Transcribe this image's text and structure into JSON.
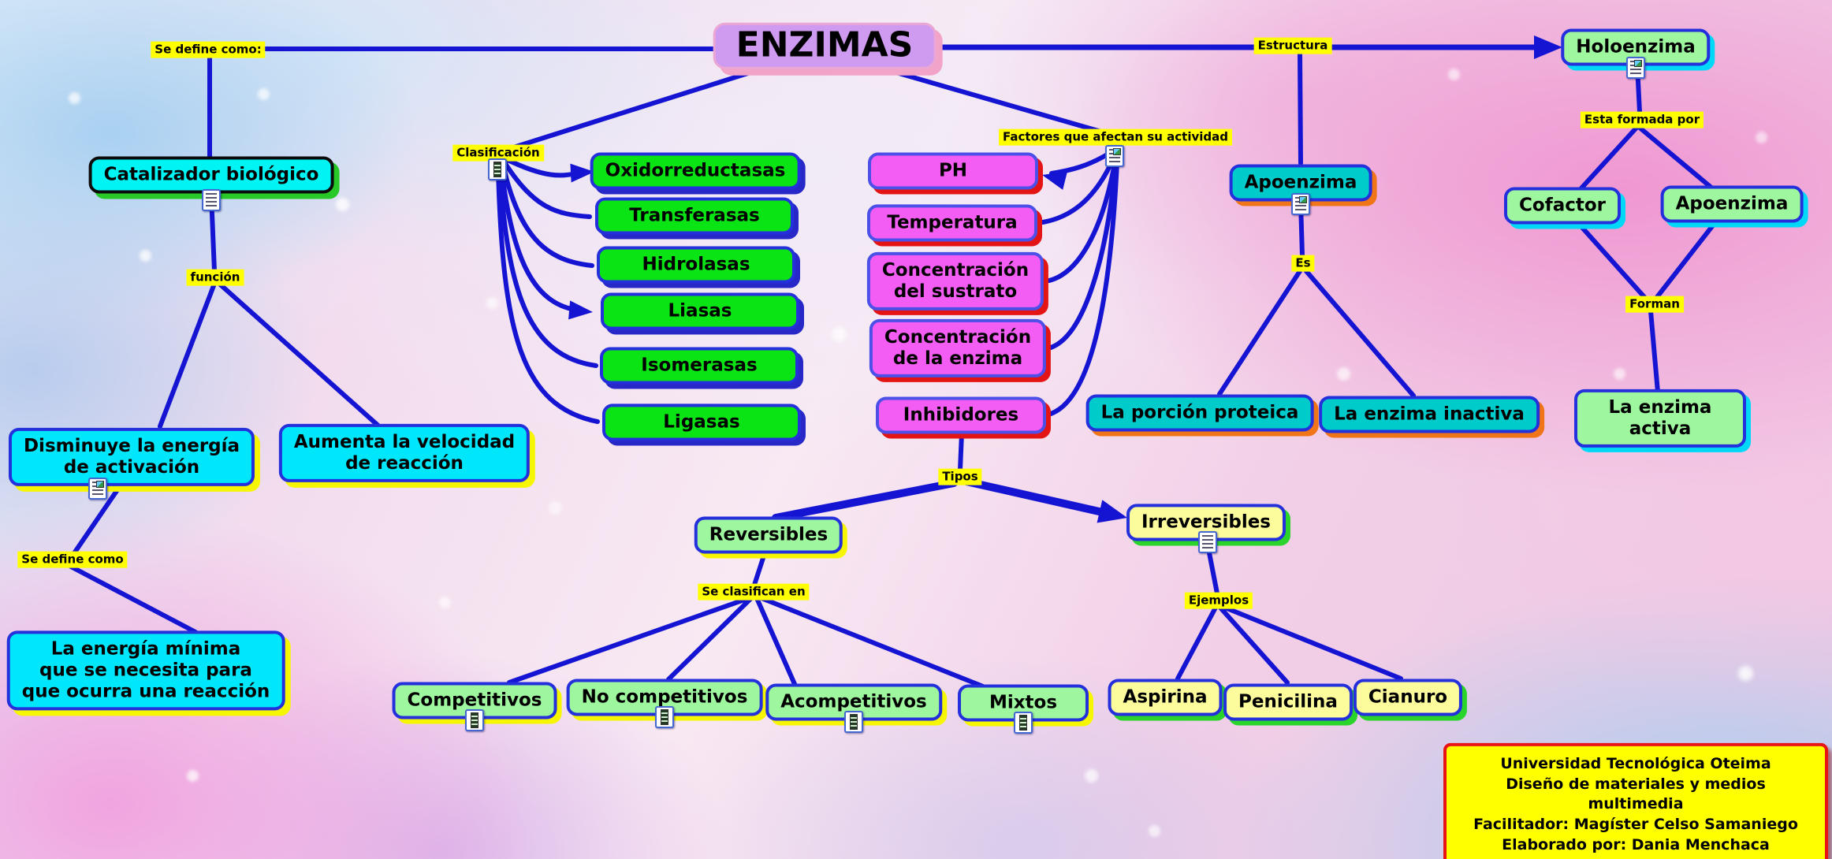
{
  "palette": {
    "line_blue": "#1414d2",
    "label_yellow": "#ffff00",
    "title_purple": "#cf9bf0",
    "cyan_node": "#00e6fa",
    "green_node": "#0ae414",
    "pink_node": "#f35df3",
    "light_green_node": "#9ef69e",
    "light_yellow_node": "#fcfc9c",
    "teal_node": "#00cbcb",
    "credit_border_red": "#e81414"
  },
  "title": {
    "label": "ENZIMAS"
  },
  "nodes": {
    "catalizador": {
      "label": "Catalizador biológico"
    },
    "disminuye": {
      "label": "Disminuye la energía\nde activación"
    },
    "aumenta": {
      "label": "Aumenta la velocidad\nde reacción"
    },
    "energia_minima": {
      "label": "La energía mínima\nque se necesita para\nque ocurra una reacción"
    },
    "oxidorreductasas": {
      "label": "Oxidorreductasas"
    },
    "transferasas": {
      "label": "Transferasas"
    },
    "hidrolasas": {
      "label": "Hidrolasas"
    },
    "liasas": {
      "label": "Liasas"
    },
    "isomerasas": {
      "label": "Isomerasas"
    },
    "ligasas": {
      "label": "Ligasas"
    },
    "ph": {
      "label": "PH"
    },
    "temperatura": {
      "label": "Temperatura"
    },
    "conc_sustrato": {
      "label": "Concentración\ndel sustrato"
    },
    "conc_enzima": {
      "label": "Concentración\nde la enzima"
    },
    "inhibidores": {
      "label": "Inhibidores"
    },
    "reversibles": {
      "label": "Reversibles"
    },
    "irreversibles": {
      "label": "Irreversibles"
    },
    "competitivos": {
      "label": "Competitivos"
    },
    "no_competitivos": {
      "label": "No competitivos"
    },
    "acompetitivos": {
      "label": "Acompetitivos"
    },
    "mixtos": {
      "label": "Mixtos"
    },
    "aspirina": {
      "label": "Aspirina"
    },
    "penicilina": {
      "label": "Penicilina"
    },
    "cianuro": {
      "label": "Cianuro"
    },
    "holoenzima": {
      "label": "Holoenzima"
    },
    "cofactor": {
      "label": "Cofactor"
    },
    "apoenzima_der": {
      "label": "Apoenzima"
    },
    "enzima_activa": {
      "label": "La enzima activa"
    },
    "apoenzima_izq": {
      "label": "Apoenzima"
    },
    "porcion_proteica": {
      "label": "La porción proteica"
    },
    "enzima_inactiva": {
      "label": "La enzima inactiva"
    }
  },
  "links": {
    "se_define_como_top": "Se define como:",
    "funcion": "función",
    "se_define_como_2": "Se define como",
    "clasificacion": "Clasificación",
    "factores": "Factores que afectan su actividad",
    "tipos": "Tipos",
    "se_clasifican_en": "Se clasifican en",
    "ejemplos": "Ejemplos",
    "estructura": "Estructura",
    "esta_formada_por": "Esta formada por",
    "es": "Es",
    "forman": "Forman"
  },
  "credit": {
    "line1": "Universidad Tecnológica Oteima",
    "line2": "Diseño de materiales y medios multimedia",
    "line3": "Facilitador: Magíster Celso Samaniego",
    "line4": "Elaborado por: Dania Menchaca"
  }
}
